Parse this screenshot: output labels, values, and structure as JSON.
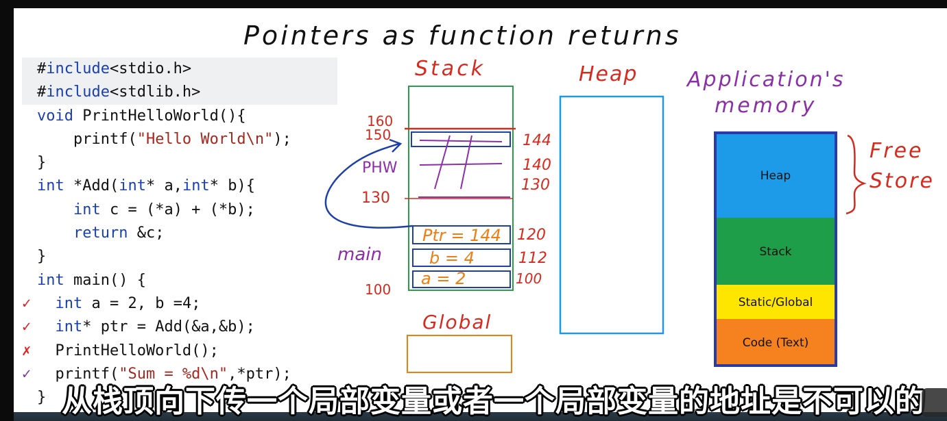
{
  "title": "Pointers as function returns",
  "code_lines": [
    {
      "text": "#include<stdio.h>",
      "cls": "incl",
      "mark": ""
    },
    {
      "text": "#include<stdlib.h>",
      "cls": "incl",
      "mark": ""
    },
    {
      "text": "void PrintHelloWorld(){",
      "cls": "",
      "mark": ""
    },
    {
      "text": "    printf(\"Hello World\\n\");",
      "cls": "",
      "mark": ""
    },
    {
      "text": "}",
      "cls": "",
      "mark": ""
    },
    {
      "text": "int *Add(int* a,int* b){",
      "cls": "",
      "mark": ""
    },
    {
      "text": "    int c = (*a) + (*b);",
      "cls": "",
      "mark": ""
    },
    {
      "text": "    return &c;",
      "cls": "",
      "mark": ""
    },
    {
      "text": "}",
      "cls": "",
      "mark": ""
    },
    {
      "text": "int main() {",
      "cls": "",
      "mark": ""
    },
    {
      "text": "  int a = 2, b =4;",
      "cls": "",
      "mark": "check"
    },
    {
      "text": "  int* ptr = Add(&a,&b);",
      "cls": "",
      "mark": "check"
    },
    {
      "text": "  PrintHelloWorld();",
      "cls": "",
      "mark": "check2"
    },
    {
      "text": "  printf(\"Sum = %d\\n\",*ptr);",
      "cls": "",
      "mark": "check3"
    },
    {
      "text": "}",
      "cls": "",
      "mark": ""
    }
  ],
  "diagram": {
    "stack_label": "Stack",
    "heap_label": "Heap",
    "global_label": "Global",
    "app_memory_label_1": "Application's",
    "app_memory_label_2": "memory",
    "free_store_1": "Free",
    "free_store_2": "Store",
    "addr_160": "160",
    "addr_150": "150",
    "addr_130": "130",
    "addr_100": "100",
    "phw_label": "PHW",
    "main_label": "main",
    "ptr_cell": "Ptr = 144",
    "b_cell": "b = 4",
    "a_cell": "a = 2",
    "r144": "144",
    "r140": "140",
    "r130": "130",
    "r120": "120",
    "r112": "112",
    "r100": "100"
  },
  "memory_segments": [
    {
      "label": "Heap",
      "color": "#1e9be8"
    },
    {
      "label": "Stack",
      "color": "#1f9e4a"
    },
    {
      "label": "Static/Global",
      "color": "#ffe600"
    },
    {
      "label": "Code (Text)",
      "color": "#f5821f"
    }
  ],
  "subtitle": "从栈顶向下传一个局部变量或者一个局部变量的地址是不可以的",
  "colors": {
    "stack_box": "#2a9d4a",
    "heap_box": "#1a9be0",
    "handwriting_red": "#d62a1e",
    "handwriting_purple": "#8b2fa8",
    "handwriting_orange": "#f07d10",
    "handwriting_blue": "#1e3fa8"
  }
}
